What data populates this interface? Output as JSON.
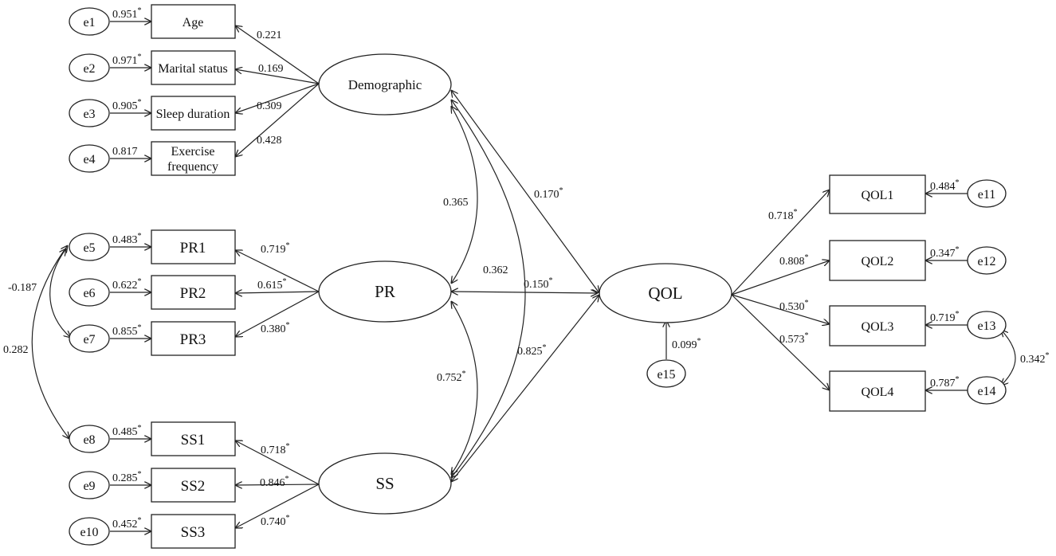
{
  "diagram": {
    "latent": {
      "demographic": "Demographic",
      "pr": "PR",
      "ss": "SS",
      "qol": "QOL"
    },
    "indicators": {
      "age": "Age",
      "marital": "Marital status",
      "sleep": "Sleep duration",
      "exercise_1": "Exercise",
      "exercise_2": "frequency",
      "pr1": "PR1",
      "pr2": "PR2",
      "pr3": "PR3",
      "ss1": "SS1",
      "ss2": "SS2",
      "ss3": "SS3",
      "qol1": "QOL1",
      "qol2": "QOL2",
      "qol3": "QOL3",
      "qol4": "QOL4"
    },
    "errors": {
      "e1": "e1",
      "e2": "e2",
      "e3": "e3",
      "e4": "e4",
      "e5": "e5",
      "e6": "e6",
      "e7": "e7",
      "e8": "e8",
      "e9": "e9",
      "e10": "e10",
      "e11": "e11",
      "e12": "e12",
      "e13": "e13",
      "e14": "e14",
      "e15": "e15"
    },
    "error_coefficients": {
      "e1": "0.951",
      "e2": "0.971",
      "e3": "0.905",
      "e4": "0.817",
      "e5": "0.483",
      "e6": "0.622",
      "e7": "0.855",
      "e8": "0.485",
      "e9": "0.285",
      "e10": "0.452",
      "e11": "0.484",
      "e12": "0.347",
      "e13": "0.719",
      "e14": "0.787",
      "e15": "0.099"
    },
    "loadings": {
      "age": "0.221",
      "marital": "0.169",
      "sleep": "0.309",
      "exercise": "0.428",
      "pr1": "0.719",
      "pr2": "0.615",
      "pr3": "0.380",
      "ss1": "0.718",
      "ss2": "0.846",
      "ss3": "0.740",
      "qol1": "0.718",
      "qol2": "0.808",
      "qol3": "0.530",
      "qol4": "0.573"
    },
    "paths": {
      "demographic_qol": "0.170",
      "pr_qol": "0.150",
      "ss_qol": "0.825"
    },
    "correlations": {
      "demographic_pr": "0.365",
      "demographic_ss": "0.362",
      "pr_ss": "0.752",
      "e5_e7": "-0.187",
      "e5_e8": "0.282",
      "e13_e14": "0.342"
    },
    "significance_mark": "*"
  }
}
